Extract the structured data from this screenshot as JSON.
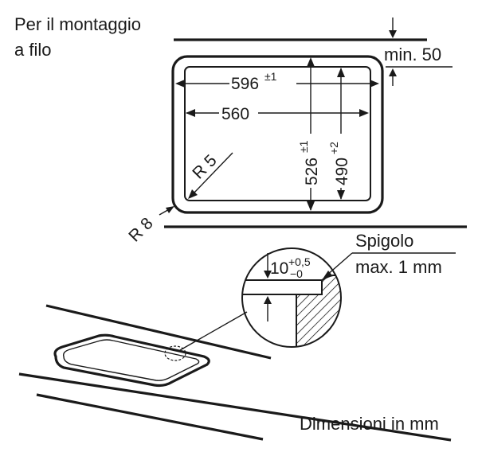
{
  "title": {
    "line1": "Per il montaggio",
    "line2": "a filo"
  },
  "dimensions": {
    "min_clearance": "min. 50",
    "outer_width": "596",
    "outer_width_tol": "±1",
    "inner_width": "560",
    "outer_depth": "526",
    "outer_depth_tol": "±1",
    "inner_depth": "490",
    "inner_depth_tol": "+2",
    "inner_radius": "R 5",
    "outer_radius": "R 8"
  },
  "detail": {
    "edge_label": "Spigolo",
    "edge_max": "max. 1 mm",
    "recess_value": "10",
    "recess_tol_upper": "+0,5",
    "recess_tol_lower": "−0"
  },
  "footer": {
    "units_note": "Dimensioni in mm"
  }
}
